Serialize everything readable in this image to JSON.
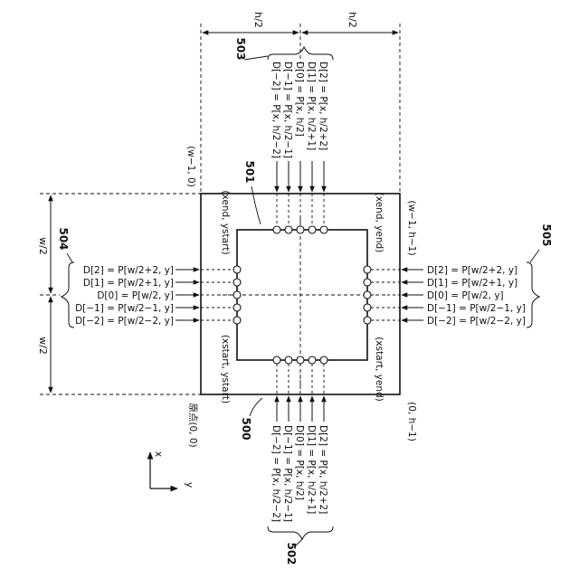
{
  "refs": {
    "r500": "500",
    "r501": "501",
    "r502": "502",
    "r503": "503",
    "r504": "504",
    "r505": "505"
  },
  "dims": {
    "h_half": "h/2",
    "w_half": "w/2"
  },
  "corners": {
    "origin": "原点(0, 0)",
    "w1_0": "(w−1, 0)",
    "w1_h1": "(w−1, h−1)",
    "zero_h1": "(0, h−1)"
  },
  "region_corners": {
    "xend_ystart": "(xend, ystart)",
    "xend_yend": "(xend, yend)",
    "xstart_ystart": "(xstart, ystart)",
    "xstart_yend": "(xstart, yend)"
  },
  "axes": {
    "x": "x",
    "y": "y"
  },
  "bottom_labels": [
    "D[−2] = P[x, h/2−2]",
    "D[−1] = P[x, h/2−1]",
    "D[0] = P[x, h/2]",
    "D[1] = P[x, h/2+1]",
    "D[2] = P[x, h/2+2]"
  ],
  "top_labels": [
    "D[−2] = P[x, h/2−2]",
    "D[−1] = P[x, h/2−1]",
    "D[0] = P[x, h/2]",
    "D[1] = P[x, h/2+1]",
    "D[2] = P[x, h/2+2]"
  ],
  "left_labels": [
    "D[2] = P[w/2+2, y]",
    "D[1] = P[w/2+1, y]",
    "D[0] = P[w/2, y]",
    "D[−1] = P[w/2−1, y]",
    "D[−2] = P[w/2−2, y]"
  ],
  "right_labels": [
    "D[2] = P[w/2+2, y]",
    "D[1] = P[w/2+1, y]",
    "D[0] = P[w/2, y]",
    "D[−1] = P[w/2−1, y]",
    "D[−2] = P[w/2−2, y]"
  ]
}
